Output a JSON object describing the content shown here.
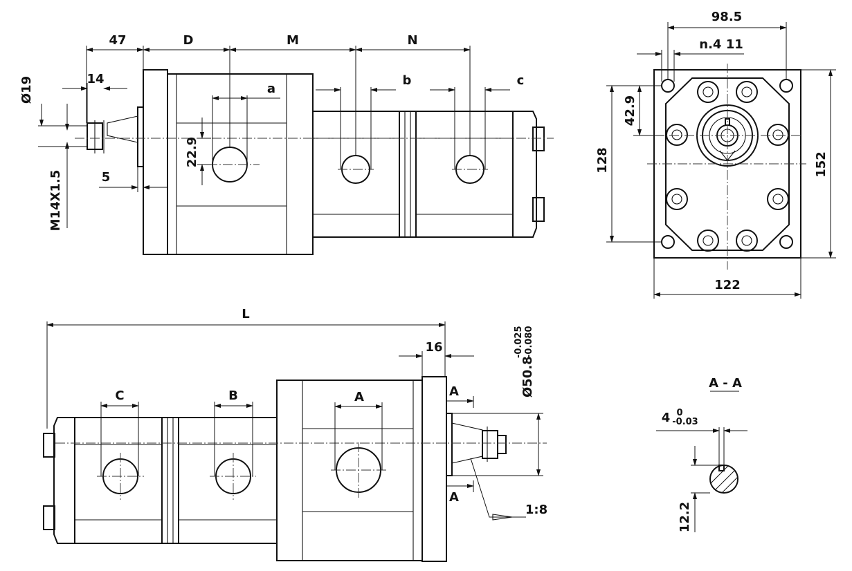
{
  "drawing": {
    "top_view": {
      "dim_47": "47",
      "dim_D": "D",
      "dim_M": "M",
      "dim_N": "N",
      "dim_14": "14",
      "dim_phi19": "Ø19",
      "dim_a": "a",
      "dim_b": "b",
      "dim_c": "c",
      "dim_22_9": "22.9",
      "dim_5": "5",
      "dim_M14": "M14X1.5"
    },
    "flange_view": {
      "dim_98_5": "98.5",
      "dim_n4_11": "n.4 11",
      "dim_42_9": "42.9",
      "dim_128": "128",
      "dim_152": "152",
      "dim_122": "122"
    },
    "side_view": {
      "dim_L": "L",
      "dim_16": "16",
      "dim_phi50_8": "Ø50.8",
      "tol_upper": "-0.025",
      "tol_lower": "-0.080",
      "dim_C": "C",
      "dim_B": "B",
      "dim_A": "A",
      "section_mark_top": "A",
      "section_mark_bottom": "A",
      "taper": "1:8"
    },
    "section_view": {
      "title": "A - A",
      "key_width": "4",
      "key_tol_upper": "0",
      "key_tol_lower": "-0.03",
      "dim_12_2": "12.2"
    }
  }
}
